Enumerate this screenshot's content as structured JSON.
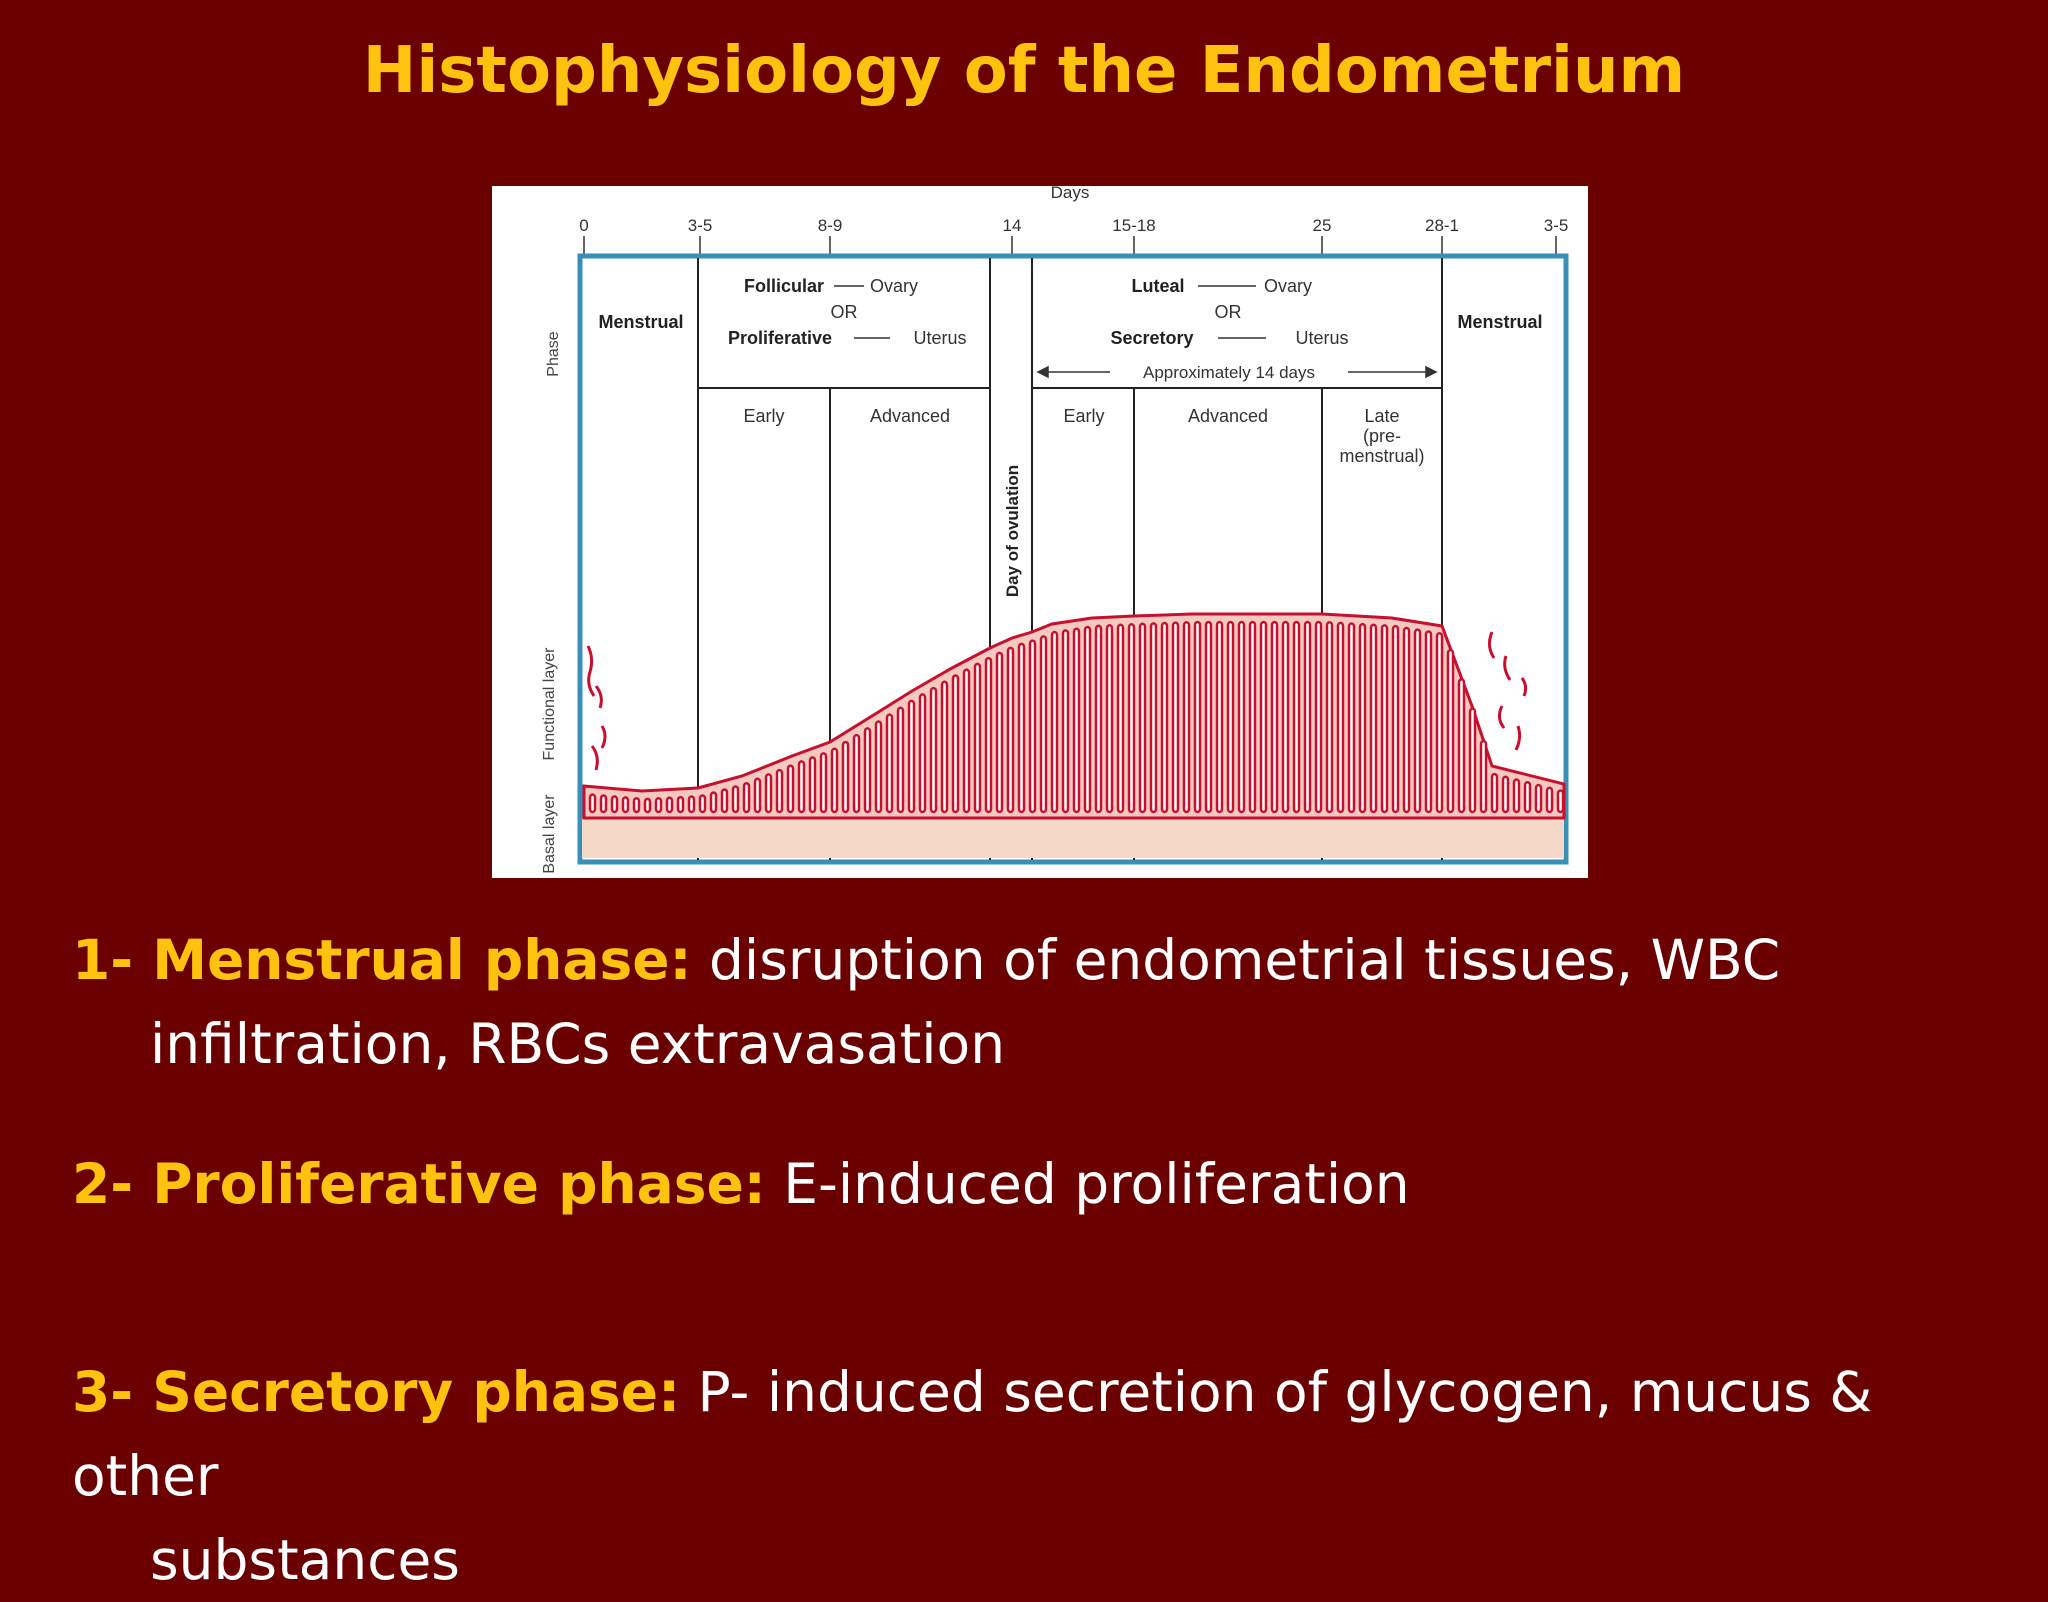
{
  "title": "Histophysiology of the Endometrium",
  "figure": {
    "days_label": "Days",
    "ticks": [
      "0",
      "3-5",
      "8-9",
      "14",
      "15-18",
      "25",
      "28-1",
      "3-5"
    ],
    "row_labels": {
      "phase": "Phase",
      "functional": "Functional layer",
      "basal": "Basal layer"
    },
    "phases": {
      "menstrual_left": "Menstrual",
      "follicular": "Follicular",
      "follicular_organ": "Ovary",
      "or1": "OR",
      "proliferative": "Proliferative",
      "proliferative_organ": "Uterus",
      "luteal": "Luteal",
      "luteal_organ": "Ovary",
      "or2": "OR",
      "secretory": "Secretory",
      "secretory_organ": "Uterus",
      "approx": "Approximately 14 days",
      "menstrual_right": "Menstrual",
      "ovulation": "Day of ovulation"
    },
    "subphases": {
      "early1": "Early",
      "advanced1": "Advanced",
      "early2": "Early",
      "advanced2": "Advanced",
      "late_line1": "Late",
      "late_line2": "(pre-",
      "late_line3": "menstrual)"
    },
    "colors": {
      "tissue_stroke": "#c8102e",
      "tissue_fill": "#f3c9c0",
      "basal_fill": "#f6d8c8",
      "frame": "#3a8fb8"
    }
  },
  "bullets": [
    {
      "heading": "1- Menstrual phase:",
      "text": " disruption of endometrial tissues, WBC",
      "continuation": "infiltration, RBCs extravasation"
    },
    {
      "heading": "2- Proliferative phase:",
      "text": " E-induced proliferation"
    },
    {
      "heading": "3- Secretory phase:",
      "text": " P- induced secretion of glycogen, mucus & other",
      "continuation": "substances"
    }
  ]
}
